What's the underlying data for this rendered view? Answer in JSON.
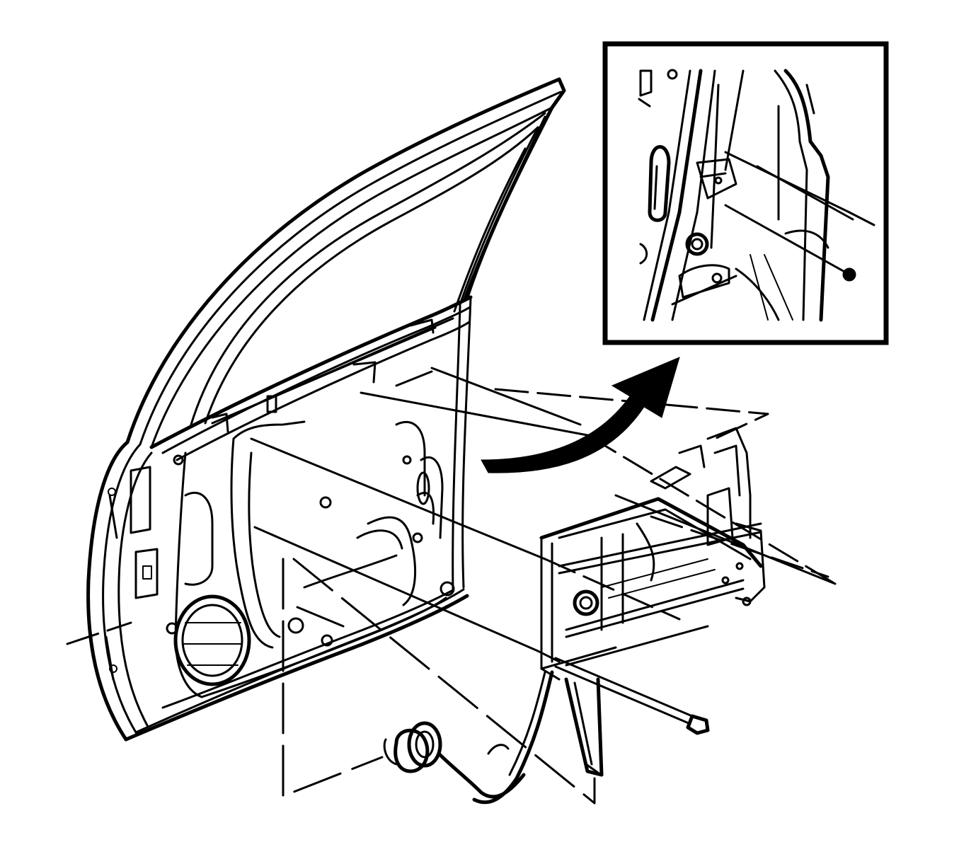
{
  "figure": {
    "kind": "exploded-view service diagram",
    "background_color": "#ffffff",
    "line_color": "#000000"
  },
  "components": [
    {
      "name": "front-door-frame",
      "icon": "door-frame"
    },
    {
      "name": "window-regulator-assembly",
      "icon": "regulator"
    },
    {
      "name": "regulator-bolts",
      "icon": "bolt"
    },
    {
      "name": "wiring-harness-grommet",
      "icon": "grommet"
    },
    {
      "name": "detail-inset",
      "icon": "inset-view"
    },
    {
      "name": "detail-arrow",
      "icon": "curved-arrow"
    }
  ]
}
